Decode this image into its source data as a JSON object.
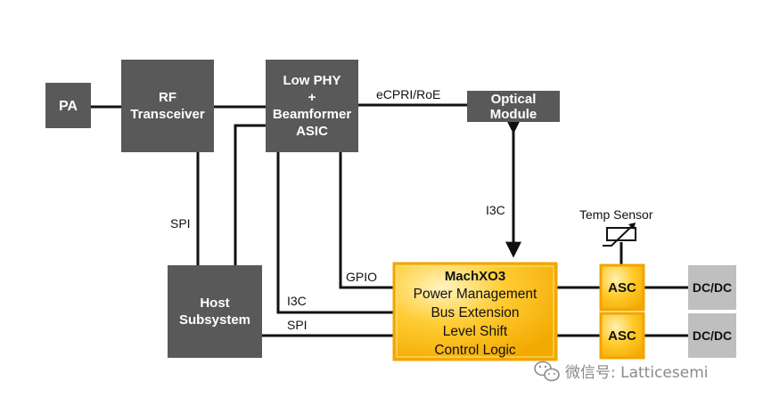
{
  "blocks": {
    "pa": "PA",
    "rf": [
      "RF",
      "Transceiver"
    ],
    "lowphy": [
      "Low PHY",
      "+",
      "Beamformer",
      "ASIC"
    ],
    "optical": [
      "Optical",
      "Module"
    ],
    "host": [
      "Host",
      "Subsystem"
    ],
    "machxo3": {
      "title": "MachXO3",
      "lines": [
        "Power Management",
        "Bus Extension",
        "Level Shift",
        "Control Logic"
      ]
    },
    "asc": [
      "ASC",
      "ASC"
    ],
    "dcdc": [
      "DC/DC",
      "DC/DC"
    ]
  },
  "labels": {
    "ecpri": "eCPRI/RoE",
    "i3c_vertical": "I3C",
    "temp_sensor": "Temp Sensor",
    "spi_left": "SPI",
    "gpio": "GPIO",
    "i3c_host": "I3C",
    "spi_host": "SPI"
  },
  "watermark": "微信号: Latticesemi",
  "colors": {
    "block_gray": "#595959",
    "machxo3_gold": "#F5B400",
    "machxo3_border": "#F0A500",
    "dcdc_gray": "#BFBFBF",
    "wire": "#111111"
  }
}
